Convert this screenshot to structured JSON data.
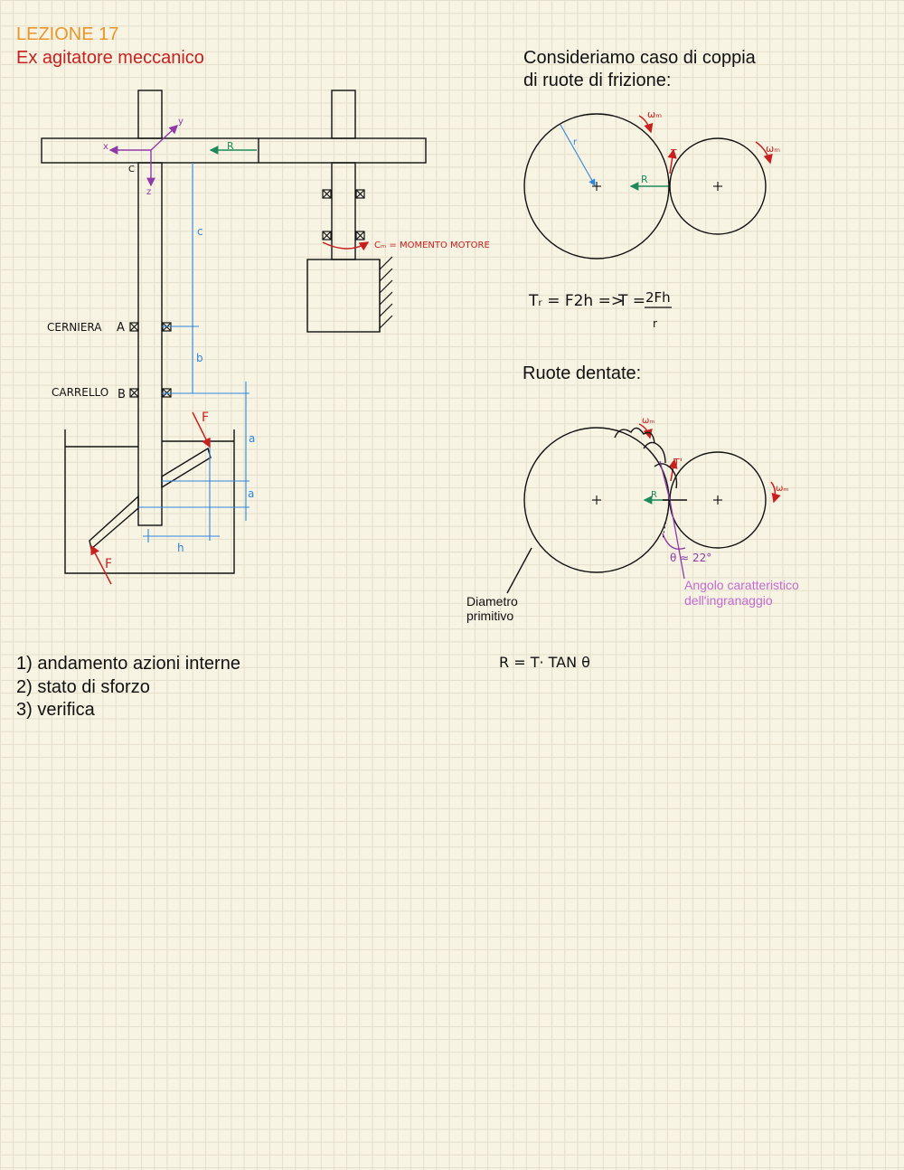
{
  "header": {
    "lesson": "LEZIONE 17",
    "subtitle": "Ex agitatore meccanico"
  },
  "friction": {
    "heading_line1": "Consideriamo caso di coppia",
    "heading_line2": "di ruote di frizione:",
    "formula_left": "Tᵣ = F2h =>",
    "formula_T": "T =",
    "formula_num": "2Fh",
    "formula_den": "r"
  },
  "gears": {
    "heading": "Ruote dentate:",
    "pitch_label_line1": "Diametro",
    "pitch_label_line2": "primitivo",
    "angle_label_line1": "Angolo caratteristico",
    "angle_label_line2": "dell'ingranaggio",
    "angle_value": "θ ≈ 22°",
    "formula": "R = T· TAN θ"
  },
  "diagram": {
    "hinge_label": "CERNIERA",
    "cart_label": "CARRELLO",
    "point_a": "A",
    "point_b": "B",
    "force": "F",
    "motor_moment": "Cₘ = MOMENTO MOTORE",
    "reaction": "R",
    "tangential": "T",
    "tangential_prime": "T'",
    "omega": "ωₘ",
    "radius": "r",
    "axis_x": "x",
    "axis_y": "y",
    "axis_z": "z",
    "dim_c": "c",
    "dim_b": "b",
    "dim_a": "a",
    "dim_h": "h",
    "point_c": "C"
  },
  "tasks": [
    "1) andamento azioni interne",
    "2) stato di sforzo",
    "3) verifica"
  ],
  "colors": {
    "orange": "#e8962a",
    "red": "#c8201e",
    "blue": "#2e86de",
    "green": "#1e8a5a",
    "purple": "#8e3aa8",
    "pink": "#c46ad2"
  }
}
